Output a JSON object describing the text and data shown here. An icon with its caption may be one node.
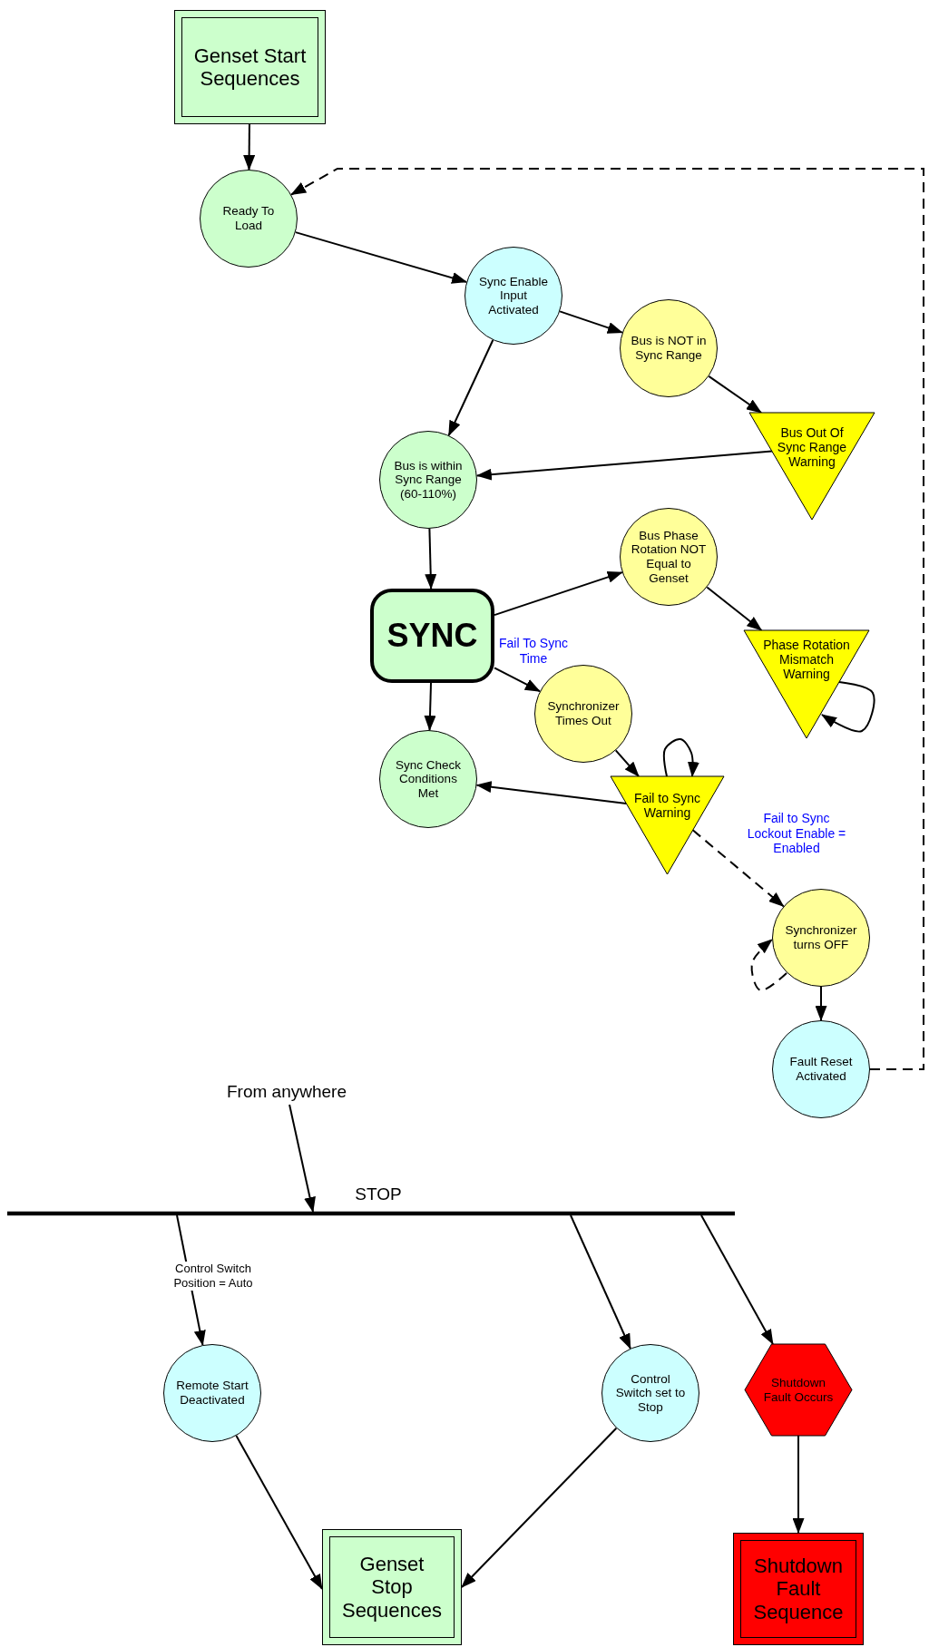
{
  "diagram": {
    "nodes": [
      {
        "text": [
          "Genset Start Sequences"
        ]
      },
      {
        "text": [
          "Ready To Load"
        ]
      },
      {
        "text": [
          "Sync Enable Input Activated"
        ]
      },
      {
        "text": [
          "Bus is NOT in Sync Range"
        ]
      },
      {
        "text": [
          "Bus Out Of Sync Range Warning"
        ]
      },
      {
        "text": [
          "Bus is within Sync Range (60-110%)"
        ]
      },
      {
        "text": [
          "SYNC"
        ]
      },
      {
        "text": [
          "Bus Phase Rotation NOT Equal to Genset"
        ]
      },
      {
        "text": [
          "Phase Rotation Mismatch Warning"
        ]
      },
      {
        "text": [
          "Synchronizer Times Out"
        ]
      },
      {
        "text": [
          "Sync Check Conditions Met"
        ]
      },
      {
        "text": [
          "Fail to Sync Warning"
        ]
      },
      {
        "text": [
          "Synchronizer turns OFF"
        ]
      },
      {
        "text": [
          "Fault Reset Activated"
        ]
      },
      {
        "text": [
          "From anywhere"
        ]
      },
      {
        "text": [
          "STOP"
        ]
      },
      {
        "text": [
          "Remote Start Deactivated"
        ]
      },
      {
        "text": [
          "Control Switch set to Stop"
        ]
      },
      {
        "text": [
          "Shutdown Fault Occurs"
        ]
      },
      {
        "text": [
          "Genset Stop Sequences"
        ]
      },
      {
        "text": [
          "Shutdown Fault Sequence"
        ]
      }
    ],
    "edges": [
      {
        "from": 0,
        "to": 1,
        "arrow": "to"
      },
      {
        "from": 1,
        "to": 2,
        "arrow": "to"
      },
      {
        "from": 2,
        "to": 3,
        "arrow": "to"
      },
      {
        "from": 2,
        "to": 5,
        "arrow": "to"
      },
      {
        "from": 3,
        "to": 4,
        "arrow": "to"
      },
      {
        "from": 4,
        "to": 5,
        "arrow": "to"
      },
      {
        "from": 5,
        "to": 6,
        "arrow": "to"
      },
      {
        "from": 6,
        "to": 7,
        "arrow": "to"
      },
      {
        "from": 7,
        "to": 8,
        "arrow": "to"
      },
      {
        "from": 8,
        "to": 8,
        "arrow": "to"
      },
      {
        "from": 6,
        "to": 9,
        "arrow": "to",
        "label": "Fail To Sync Time"
      },
      {
        "from": 6,
        "to": 10,
        "arrow": "to"
      },
      {
        "from": 9,
        "to": 11,
        "arrow": "to"
      },
      {
        "from": 11,
        "to": 11,
        "arrow": "to"
      },
      {
        "from": 11,
        "to": 10,
        "arrow": "to"
      },
      {
        "from": 11,
        "to": 12,
        "arrow": "to",
        "style": "dashed",
        "label": "Fail to Sync Lockout Enable = Enabled"
      },
      {
        "from": 12,
        "to": 12,
        "arrow": "to",
        "style": "dashed"
      },
      {
        "from": 12,
        "to": 13,
        "arrow": "to"
      },
      {
        "from": 13,
        "to": 1,
        "arrow": "to",
        "style": "dashed"
      },
      {
        "from": 14,
        "to": 15,
        "arrow": "to"
      },
      {
        "from": 15,
        "to": 16,
        "arrow": "to",
        "label": "Control Switch Position = Auto"
      },
      {
        "from": 15,
        "to": 17,
        "arrow": "to"
      },
      {
        "from": 15,
        "to": 18,
        "arrow": "to"
      },
      {
        "from": 16,
        "to": 19,
        "arrow": "to"
      },
      {
        "from": 17,
        "to": 19,
        "arrow": "to"
      },
      {
        "from": 18,
        "to": 20,
        "arrow": "to"
      }
    ]
  }
}
